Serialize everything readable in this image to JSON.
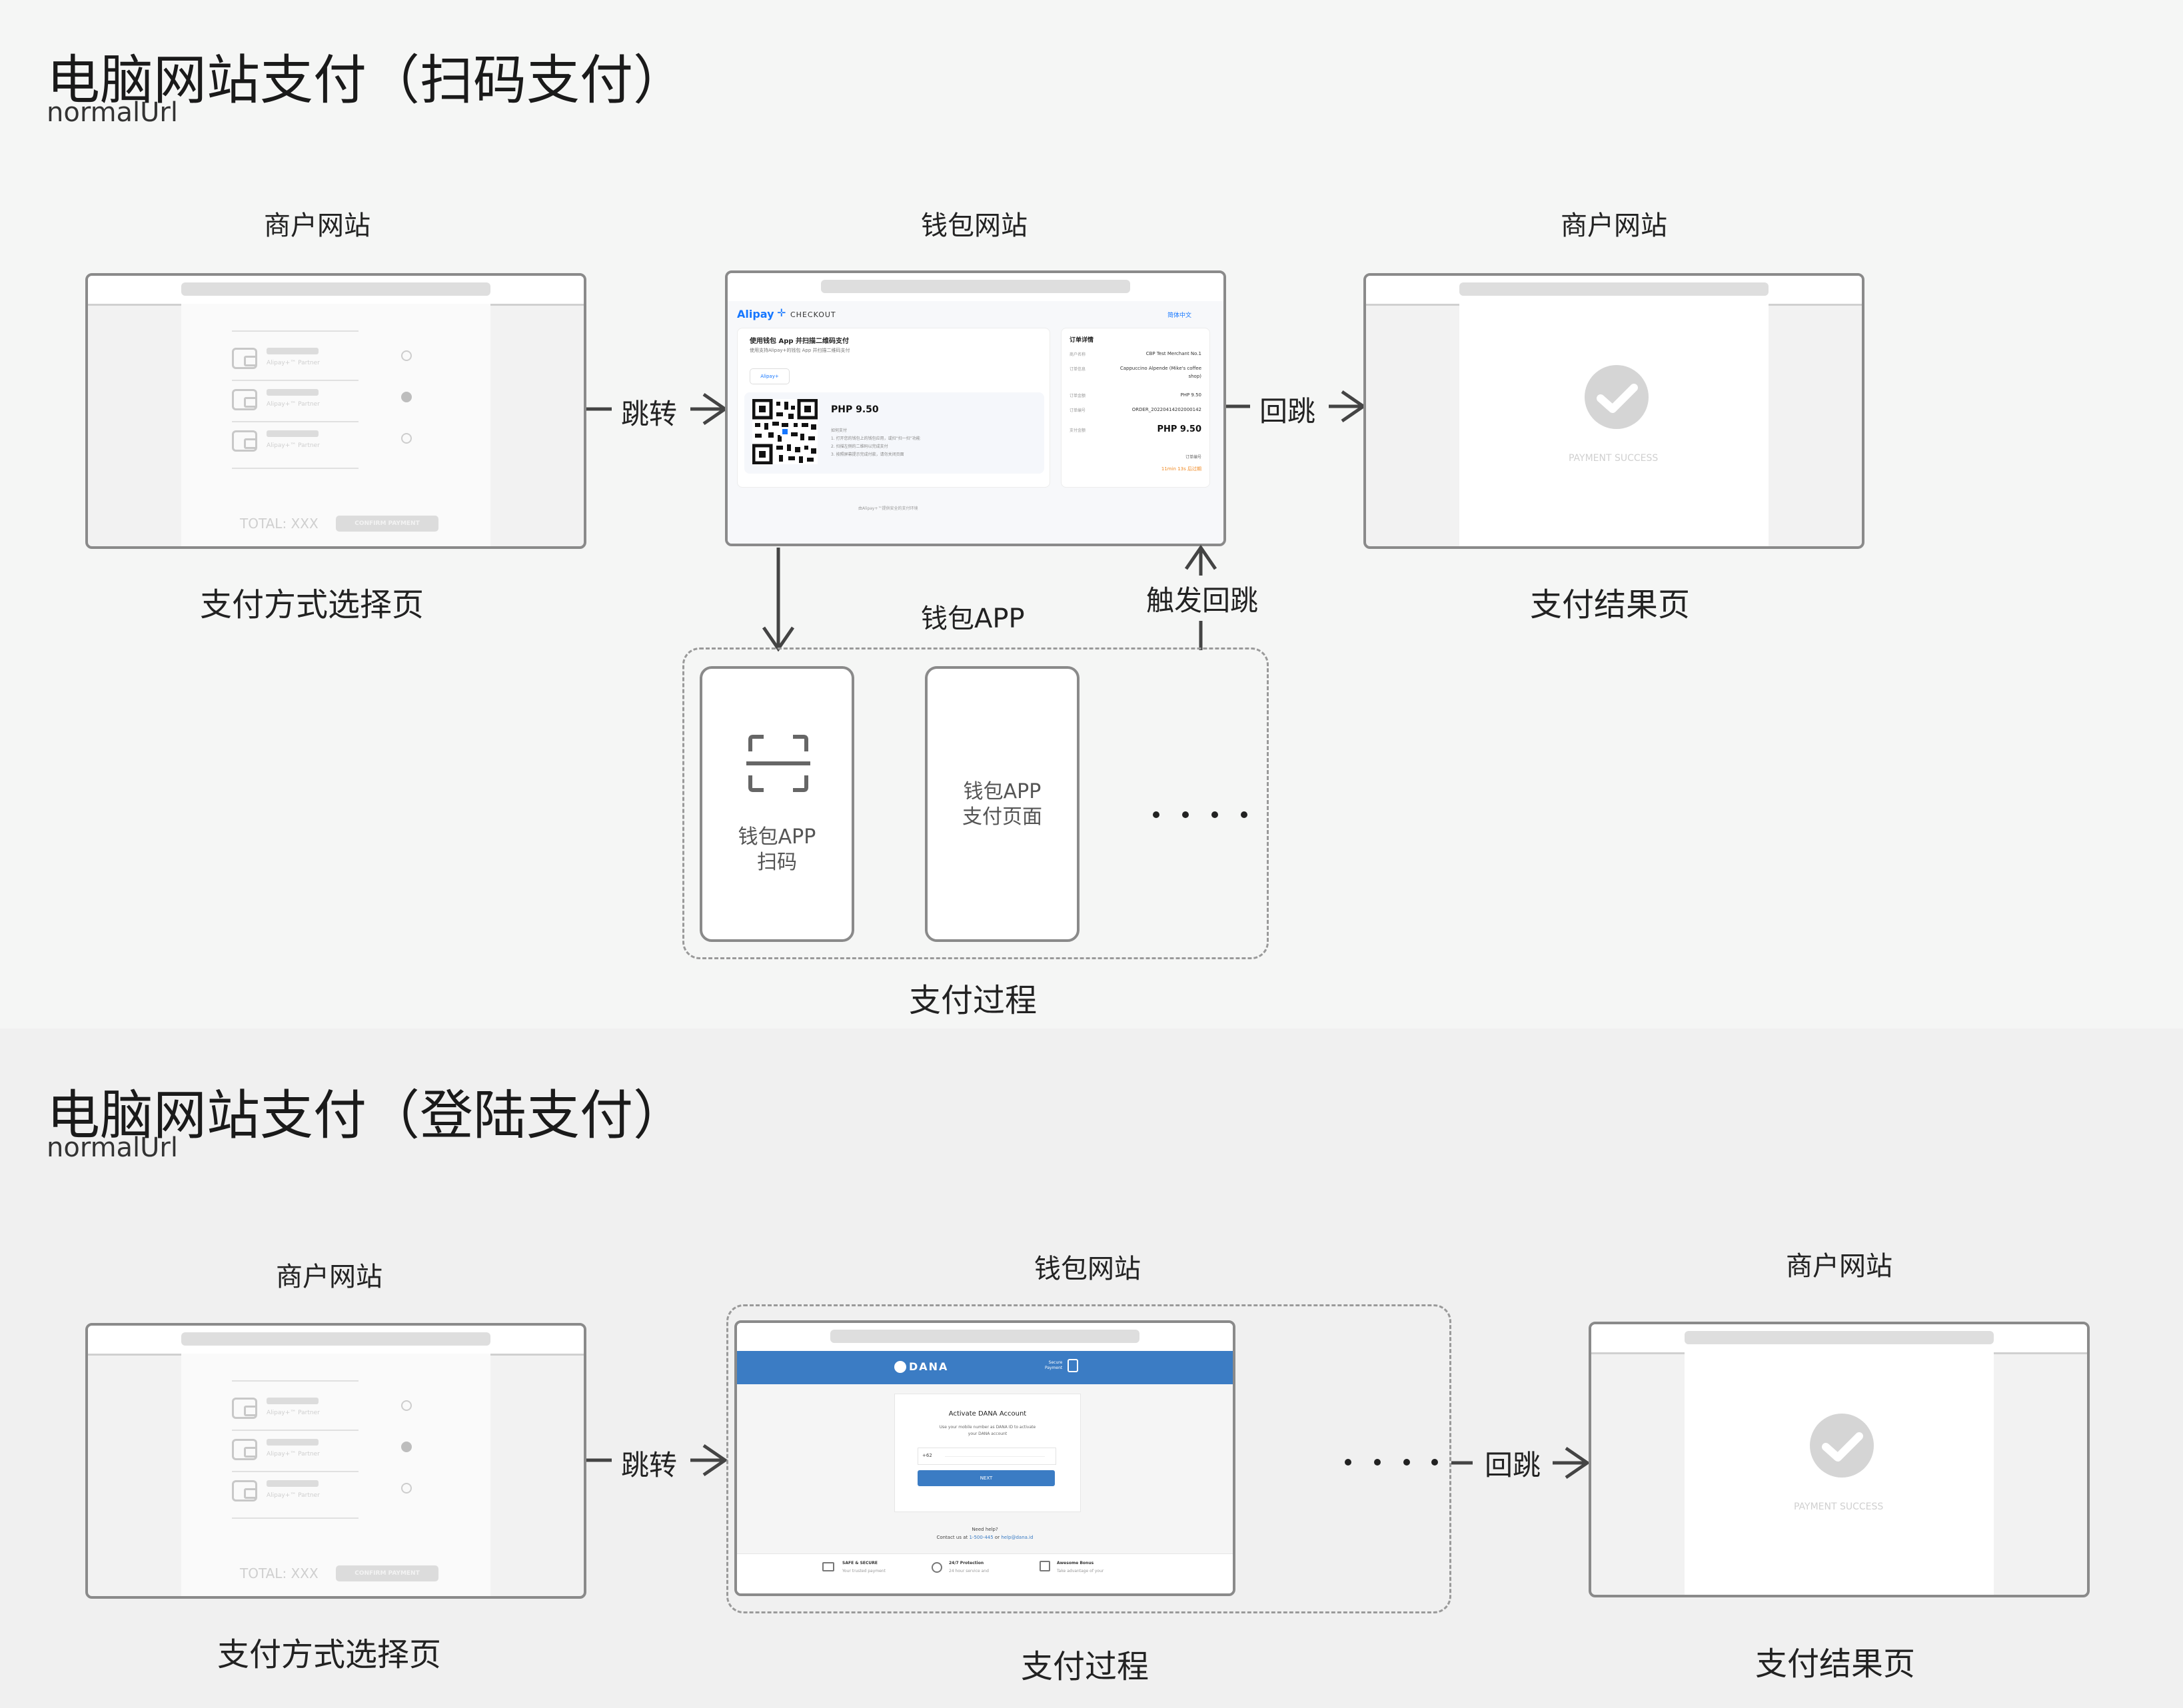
{
  "section1": {
    "title": "电脑网站支付（扫码支付）",
    "subtitle": "normalUrl",
    "merchant_site_label": "商户网站",
    "wallet_site_label": "钱包网站",
    "merchant_site_label_2": "商户网站",
    "payment_select_caption": "支付方式选择页",
    "payment_result_caption": "支付结果页",
    "wallet_app_label": "钱包APP",
    "process_caption": "支付过程",
    "arrow_jump": "跳转",
    "arrow_back": "回跳",
    "arrow_trigger_back": "触发回跳",
    "phone1_line1": "钱包APP",
    "phone1_line2": "扫码",
    "phone2_line1": "钱包APP",
    "phone2_line2": "支付页面",
    "alipay": {
      "brand": "Alipay",
      "checkout": "CHECKOUT",
      "lang": "简体中文",
      "scan_title": "使用钱包 App 并扫描二维码支付",
      "scan_desc": "使用支持Alipay+的钱包 App 并扫描二维码支付",
      "wallet_btn": "Alipay+",
      "amount": "PHP 9.50",
      "steps_title": "如何支付",
      "step1": "1. 打开您的钱包上的钱包应用，或扫“扫一扫”功能",
      "step2": "2. 扫描左侧的二维码以完成支付",
      "step3": "3. 按照屏幕提示完成付款，请勿关闭页面",
      "order_title": "订单详情",
      "merchant_k": "商户名称",
      "merchant_v": "CBP Test Merchant No.1",
      "goods_k": "订单信息",
      "goods_v1": "Cappuccino Alpende (Mike's coffee",
      "goods_v2": "shop)",
      "amount_k": "订单金额",
      "amount_v": "PHP 9.50",
      "order_k": "订单编号",
      "order_v": "ORDER_20220414202000142",
      "pay_k": "支付金额",
      "pay_v": "PHP 9.50",
      "order_no": "订单编号",
      "timer": "11min 13s 后过期",
      "footer": "由Alipay+™提供安全的支付环境"
    }
  },
  "section2": {
    "title": "电脑网站支付（登陆支付）",
    "subtitle": "normalUrl",
    "merchant_site_label": "商户网站",
    "wallet_site_label": "钱包网站",
    "merchant_site_label_2": "商户网站",
    "payment_select_caption": "支付方式选择页",
    "process_caption": "支付过程",
    "payment_result_caption": "支付结果页",
    "arrow_jump": "跳转",
    "arrow_back": "回跳",
    "dana": {
      "brand": "DANA",
      "secure1": "Secure",
      "secure2": "Payment",
      "card_title": "Activate DANA Account",
      "card_desc1": "Use your mobile number as DANA ID to activate",
      "card_desc2": "your DANA account",
      "phone_prefix": "+62",
      "next_btn": "NEXT",
      "help1": "Need help?",
      "help2_a": "Contact us at ",
      "help2_b": "1-500-445",
      "help2_c": " or ",
      "help2_d": "help@dana.id",
      "f1_title": "SAFE & SECURE",
      "f1_desc": "Your trusted payment",
      "f2_title": "24/7 Protection",
      "f2_desc": "24 hour service and",
      "f3_title": "Awesome Bonus",
      "f3_desc": "Take advantage of your"
    }
  },
  "merchant_mock": {
    "wallet_label": "Alipay+™ Partner",
    "total": "TOTAL: XXX",
    "confirm": "CONFIRM PAYMENT",
    "success": "PAYMENT SUCCESS"
  },
  "colors": {
    "section1_bg": "#f5f6f5",
    "section2_bg": "#f0f0f0",
    "dana_blue": "#3b7cc4",
    "alipay_blue": "#1677ff",
    "timer_orange": "#f08a24"
  }
}
